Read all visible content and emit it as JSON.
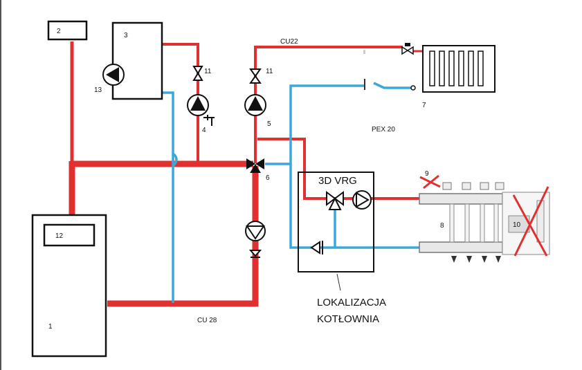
{
  "colors": {
    "supply": "#e03030",
    "return": "#3aa8d8",
    "outline": "#111111",
    "cross": "#e03030"
  },
  "labels": {
    "n1": "1",
    "n2": "2",
    "n3": "3",
    "n4": "4",
    "n5": "5",
    "n6": "6",
    "n7": "7",
    "n8": "8",
    "n9": "9",
    "n10": "10",
    "n11a": "11",
    "n11b": "11",
    "n12": "12",
    "n13": "13",
    "cu22": "CU22",
    "cu28": "CU 28",
    "pex20": "PEX 20",
    "vrg": "3D VRG",
    "lokalizacja": "LOKALIZACJA",
    "kotlownia": "KOTŁOWNIA"
  },
  "icons": [
    "pump-icon",
    "valve-icon",
    "three-way-valve-icon",
    "check-valve-icon",
    "radiator-icon",
    "manifold-icon",
    "drain-tap-icon"
  ]
}
